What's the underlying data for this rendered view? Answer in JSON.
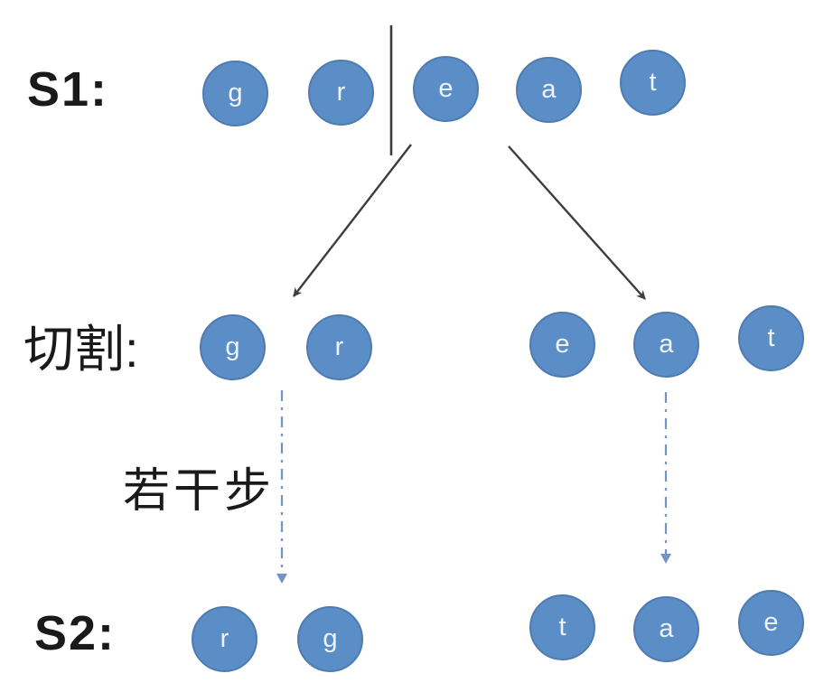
{
  "diagram": {
    "description": "string split (scramble) diagram: S1 'great' is cut into 'gr' and 'eat', after several steps becomes S2 'rg' and 'tae'",
    "labels": {
      "s1": "S1:",
      "cut": "切割:",
      "steps": "若干步",
      "s2": "S2:"
    },
    "rows": {
      "s1": [
        "g",
        "r",
        "e",
        "a",
        "t"
      ],
      "cut_left": [
        "g",
        "r"
      ],
      "cut_right": [
        "e",
        "a",
        "t"
      ],
      "s2_left": [
        "r",
        "g"
      ],
      "s2_right": [
        "t",
        "a",
        "e"
      ]
    },
    "colors": {
      "node_fill": "#5b8dc7",
      "node_border": "#4f7cb0",
      "node_text": "#eef4fb",
      "black_arrow": "#3d3d3d",
      "blue_dashed_arrow": "#7096c7",
      "label_text": "#1a1a1a",
      "background": "#ffffff"
    }
  }
}
